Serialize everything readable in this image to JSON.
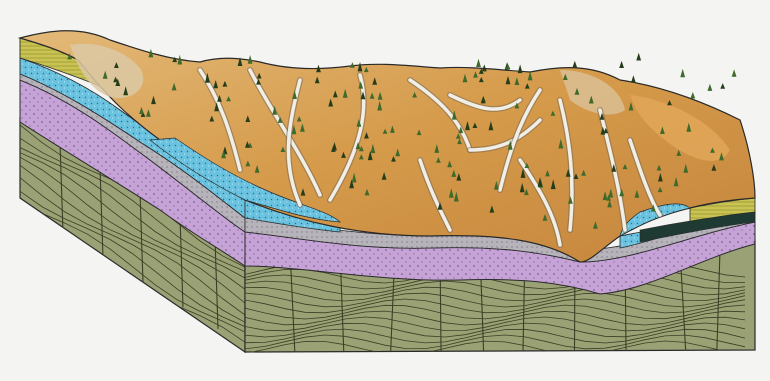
{
  "diagram": {
    "kind": "geological block diagram",
    "labels": [],
    "colors": {
      "background": "#f4f4f2",
      "terrain_orange": "#d59a4a",
      "terrain_light": "#e3b978",
      "terrain_brown": "#b27a3f",
      "rock_grey": "#cfc7b8",
      "stream_white": "#efefe8",
      "tree_green": "#3f6a2c",
      "tree_dark": "#263d1a",
      "soil_yellow": "#c9c452",
      "sand_blue": "#69c2df",
      "grey_band": "#b7b3bb",
      "purple_layer": "#c6a3d6",
      "bedrock_green": "#9aa175",
      "line_dark": "#2a2a2a"
    },
    "layers": [
      "surface-terrain",
      "yellow-soil",
      "blue-sand",
      "grey-band",
      "purple-layer",
      "folded-bedrock"
    ]
  }
}
